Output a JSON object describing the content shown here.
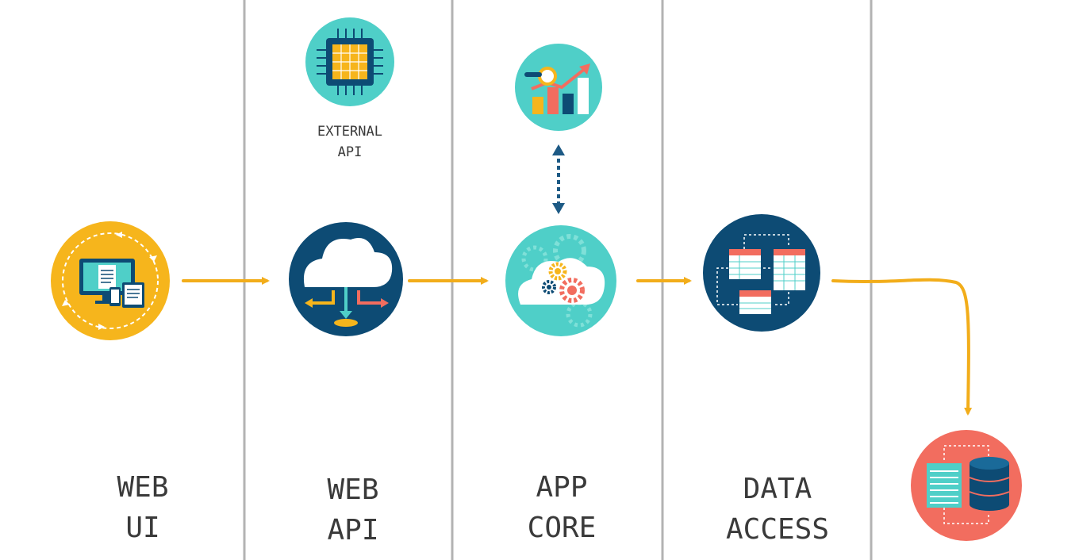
{
  "diagram": {
    "external_api": {
      "line1": "EXTERNAL",
      "line2": "API"
    },
    "columns": [
      {
        "line1": "WEB",
        "line2": "UI"
      },
      {
        "line1": "WEB",
        "line2": "API"
      },
      {
        "line1": "APP",
        "line2": "CORE"
      },
      {
        "line1": "DATA",
        "line2": "ACCESS"
      }
    ],
    "icons": {
      "web_ui": "devices-sync-icon",
      "web_api": "cloud-api-icon",
      "external_api": "chip-icon",
      "analytics": "analytics-chart-icon",
      "app_core": "cloud-gears-icon",
      "data_access": "tables-relations-icon",
      "database": "database-icon"
    },
    "colors": {
      "divider": "#b3b3b3",
      "flow_arrow": "#f2ad1a",
      "dotted_arrow": "#1d5a85",
      "orange": "#f6b51c",
      "teal": "#4fcfc8",
      "navy": "#0d4b74",
      "coral": "#f26d5f"
    }
  }
}
